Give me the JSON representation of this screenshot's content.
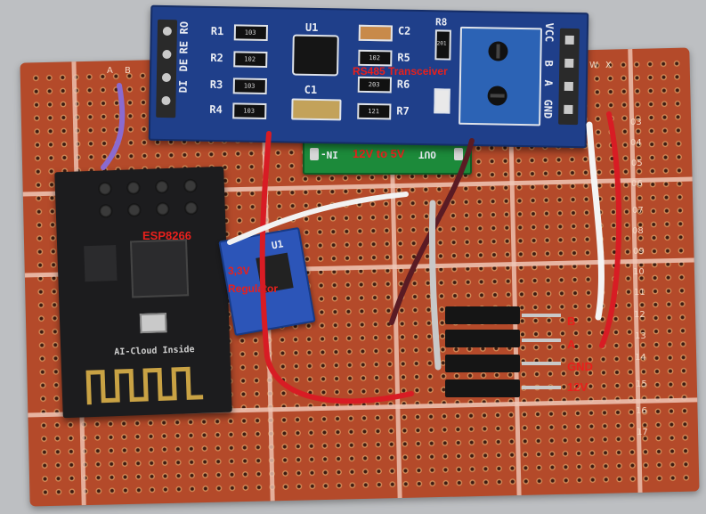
{
  "labels": {
    "transceiver": "RS485 Transceiver",
    "converter": "12V to 5V",
    "esp": "ESP8266",
    "regulator_line1": "3,3V",
    "regulator_line2": "Regulator",
    "pin_b": "B",
    "pin_a": "A",
    "pin_gnd": "GND",
    "pin_12v": "12V"
  },
  "module_silkscreen": {
    "left_pins": [
      "DI",
      "DE",
      "RE",
      "RO"
    ],
    "right_pins": [
      "VCC",
      "B",
      "A",
      "GND"
    ],
    "resistors_left": [
      "R1",
      "R2",
      "R3",
      "R4"
    ],
    "resistors_right": [
      "R5",
      "R6",
      "R7"
    ],
    "cap_labels": [
      "C1",
      "C2"
    ],
    "ic_label": "U1",
    "r8_label": "R8",
    "codes_left": [
      "103",
      "102",
      "103",
      "103"
    ],
    "codes_right": [
      "102",
      "203",
      "121"
    ],
    "r8_code": "201",
    "converter_in": "IN-",
    "converter_out": "OUT",
    "regulator_ref": "U1",
    "esp_print": "AI-Cloud Inside"
  },
  "board_markings": {
    "column_letters": [
      "A",
      "B",
      "W",
      "X"
    ],
    "row_numbers": [
      "03",
      "04",
      "05",
      "06",
      "07",
      "08",
      "09",
      "10",
      "11",
      "12",
      "13",
      "14",
      "15",
      "16",
      "17"
    ]
  },
  "colors": {
    "annotation": "#e8201c",
    "board": "#b44a2a",
    "module_blue": "#1f3f8a",
    "esp_black": "#1c1c1e"
  }
}
